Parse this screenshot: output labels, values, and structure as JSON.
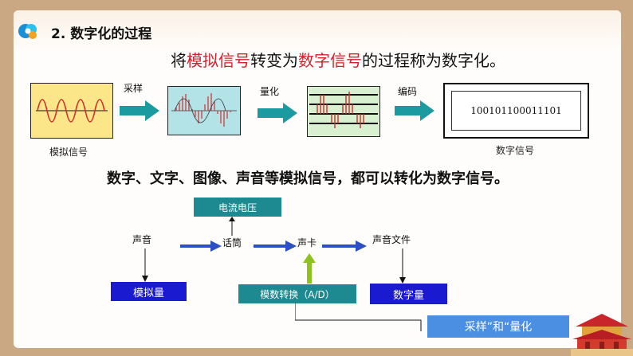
{
  "header": {
    "title": "2. 数字化的过程"
  },
  "intro": {
    "prefix": "将",
    "analog": "模拟信号",
    "middle": "转变为",
    "digital": "数字信号",
    "suffix": "的过程称为数字化。"
  },
  "process": {
    "steps": [
      "采样",
      "量化",
      "编码"
    ],
    "analog_caption": "模拟信号",
    "digital_caption": "数字信号",
    "binary_output": "100101100011101"
  },
  "statement": "数字、文字、图像、声音等模拟信号，都可以转化为数字信号。",
  "flow": {
    "voltage": "电流电压",
    "sound": "声音",
    "mic": "话筒",
    "sound_card": "声卡",
    "sound_file": "声音文件",
    "analog_qty": "模拟量",
    "ad_conversion": "模数转换（A/D）",
    "digital_qty": "数字量"
  },
  "conclusion": "采样”和“量化",
  "colors": {
    "accent_red": "#d4202a",
    "teal": "#1c8a90",
    "blue": "#1a1ad0",
    "light_blue": "#4b8fe3",
    "arrow_blue": "#2d4fc4",
    "arrow_green": "#8ec21f",
    "arrow_teal": "#1b9aa0",
    "analog_panel": "#fce68a",
    "sample_panel": "#b4e3e7",
    "quant_panel": "#d8efd0"
  }
}
